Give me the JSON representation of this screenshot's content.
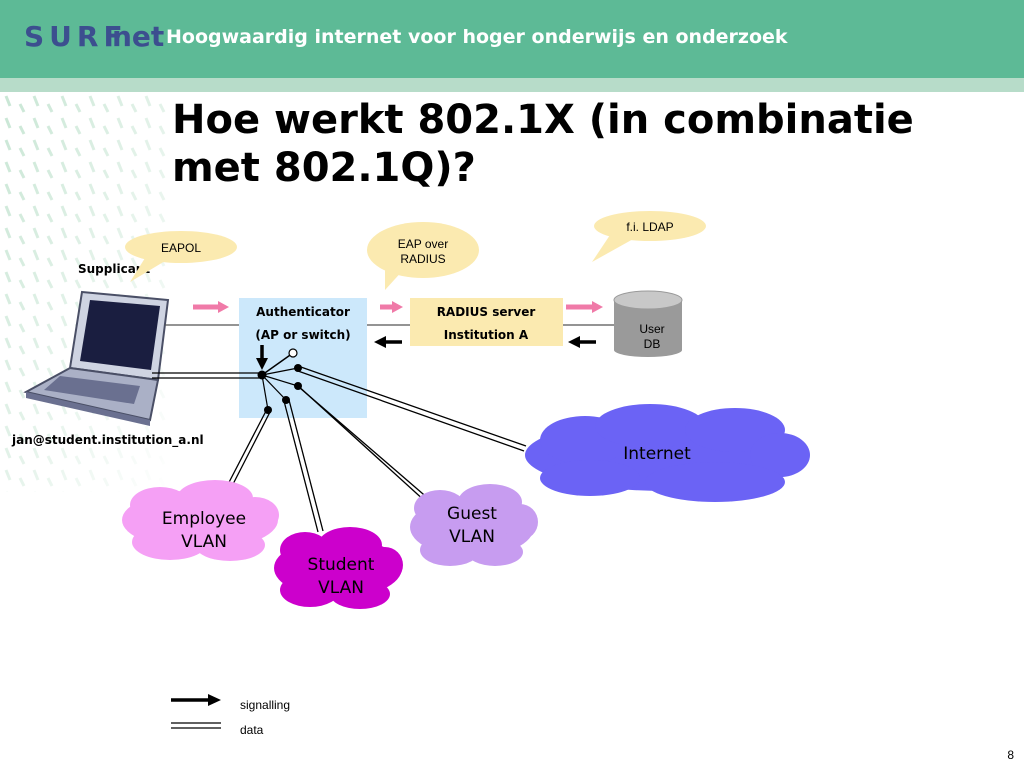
{
  "header": {
    "logo_surf": "SURF",
    "logo_net": "net",
    "tagline": "Hoogwaardig internet voor hoger onderwijs en onderzoek"
  },
  "slide": {
    "title": "Hoe werkt 802.1X (in combinatie met 802.1Q)?",
    "page_number": "8"
  },
  "diagram": {
    "supplicant_label": "Supplicant",
    "user_email": "jan@student.institution_a.nl",
    "authenticator_line1": "Authenticator",
    "authenticator_line2": "(AP or switch)",
    "radius_line1": "RADIUS server",
    "radius_line2": "Institution A",
    "db_line1": "User",
    "db_line2": "DB",
    "bubble_eapol": "EAPOL",
    "bubble_eap_radius_line1": "EAP over",
    "bubble_eap_radius_line2": "RADIUS",
    "bubble_ldap": "f.i. LDAP",
    "internet_label": "Internet",
    "employee_line1": "Employee",
    "employee_line2": "VLAN",
    "student_line1": "Student",
    "student_line2": "VLAN",
    "guest_line1": "Guest",
    "guest_line2": "VLAN"
  },
  "legend": {
    "signalling": "signalling",
    "data": "data"
  },
  "colors": {
    "header_green": "#5dba96",
    "header_stripe": "#b7dcc9",
    "authenticator_fill": "#cce8fb",
    "radius_fill": "#fbeab0",
    "bubble_fill": "#fbeab0",
    "db_fill": "#9a9a9a",
    "internet_fill": "#6b63f5",
    "employee_fill": "#f5a0f5",
    "student_fill": "#cc00cc",
    "guest_fill": "#c79cf0",
    "signal_arrow_pink": "#f07aa8"
  }
}
